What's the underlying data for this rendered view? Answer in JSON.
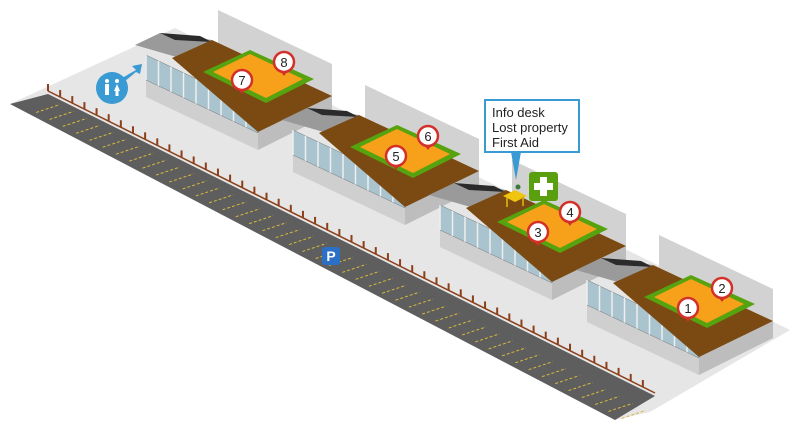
{
  "map": {
    "info_callout": {
      "lines": [
        "Info desk",
        "Lost property",
        "First Aid"
      ]
    },
    "markers": [
      {
        "label": "1"
      },
      {
        "label": "2"
      },
      {
        "label": "3"
      },
      {
        "label": "4"
      },
      {
        "label": "5"
      },
      {
        "label": "6"
      },
      {
        "label": "7"
      },
      {
        "label": "8"
      }
    ],
    "icons": {
      "restroom": "restroom-icon",
      "parking": "parking-icon",
      "first_aid": "first-aid-icon"
    },
    "parking_label": "P",
    "colors": {
      "roof": "#7a4a12",
      "court": "#f7a11a",
      "grass": "#56a30f",
      "marker": "#d3302a",
      "accent": "#3a9ad4",
      "parking": "#5c5c5c"
    }
  }
}
